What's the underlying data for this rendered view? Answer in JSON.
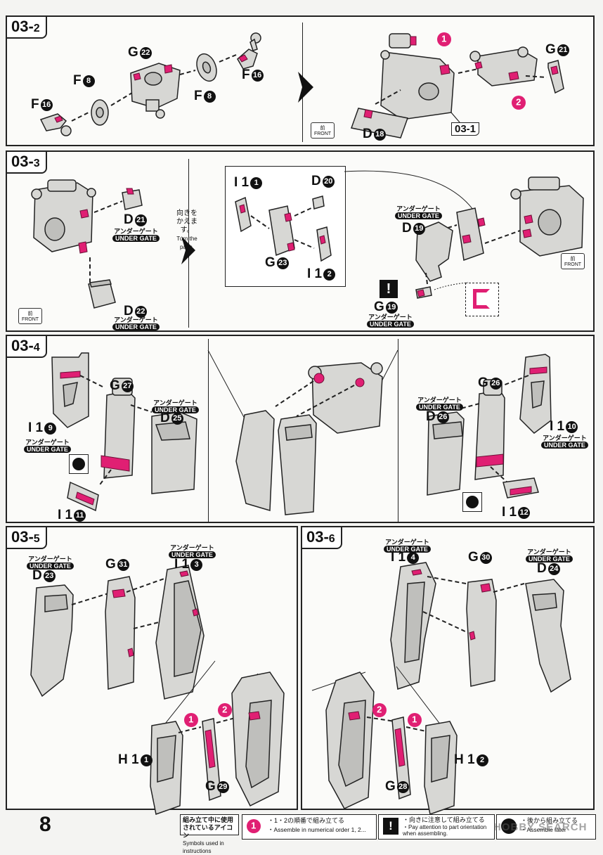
{
  "steps": {
    "s2": {
      "label_main": "03-",
      "label_sub": "2"
    },
    "s3": {
      "label_main": "03-",
      "label_sub": "3"
    },
    "s4": {
      "label_main": "03-",
      "label_sub": "4"
    },
    "s5": {
      "label_main": "03-",
      "label_sub": "5"
    },
    "s6": {
      "label_main": "03-",
      "label_sub": "6"
    }
  },
  "panel1": {
    "parts": [
      {
        "letter": "G",
        "num": "22"
      },
      {
        "letter": "F",
        "num": "8"
      },
      {
        "letter": "F",
        "num": "8"
      },
      {
        "letter": "F",
        "num": "16"
      },
      {
        "letter": "F",
        "num": "16"
      },
      {
        "letter": "G",
        "num": "21"
      },
      {
        "letter": "D",
        "num": "18"
      }
    ],
    "badge1": "1",
    "badge2": "2",
    "ref": "03-1",
    "front_jp": "前",
    "front_en": "FRONT"
  },
  "panel2": {
    "parts": [
      {
        "letter": "D",
        "num": "21"
      },
      {
        "letter": "D",
        "num": "22"
      },
      {
        "letter": "I 1",
        "num": "1"
      },
      {
        "letter": "D",
        "num": "20"
      },
      {
        "letter": "G",
        "num": "23"
      },
      {
        "letter": "I 1",
        "num": "2"
      },
      {
        "letter": "D",
        "num": "19"
      },
      {
        "letter": "G",
        "num": "19"
      }
    ],
    "turn_jp": "向きを かえます。",
    "turn_en": "Turn the parts.",
    "ug_jp": "アンダーゲート",
    "ug_en": "UNDER GATE",
    "warn": "!",
    "front_jp": "前",
    "front_en": "FRONT"
  },
  "panel3": {
    "parts": [
      {
        "letter": "G",
        "num": "27"
      },
      {
        "letter": "D",
        "num": "25"
      },
      {
        "letter": "I 1",
        "num": "9"
      },
      {
        "letter": "I 1",
        "num": "11"
      },
      {
        "letter": "G",
        "num": "26"
      },
      {
        "letter": "D",
        "num": "26"
      },
      {
        "letter": "I 1",
        "num": "10"
      },
      {
        "letter": "I 1",
        "num": "12"
      }
    ],
    "ug_jp": "アンダーゲート",
    "ug_en": "UNDER GATE"
  },
  "panel4": {
    "parts": [
      {
        "letter": "D",
        "num": "23"
      },
      {
        "letter": "G",
        "num": "31"
      },
      {
        "letter": "I 1",
        "num": "3"
      },
      {
        "letter": "H 1",
        "num": "1"
      },
      {
        "letter": "G",
        "num": "29"
      }
    ],
    "ug_jp": "アンダーゲート",
    "ug_en": "UNDER GATE",
    "badge1": "1",
    "badge2": "2"
  },
  "panel5": {
    "parts": [
      {
        "letter": "I 1",
        "num": "4"
      },
      {
        "letter": "G",
        "num": "30"
      },
      {
        "letter": "D",
        "num": "24"
      },
      {
        "letter": "H 1",
        "num": "2"
      },
      {
        "letter": "G",
        "num": "28"
      }
    ],
    "ug_jp": "アンダーゲート",
    "ug_en": "UNDER GATE",
    "badge1": "1",
    "badge2": "2"
  },
  "footer": {
    "page_number": "8",
    "legend_title_jp": "組み立て中に使用されているアイコン",
    "legend_title_en": "Symbols used in instructions",
    "icon1": "1",
    "icon1_jp": "・1・2の順番で組み立てる",
    "icon1_en": "・Assemble in numerical order 1, 2...",
    "icon2": "!",
    "icon2_jp": "・向きに注意して組み立てる",
    "icon2_en": "・Pay attention to part orientation when assembling.",
    "icon3_jp": "・後から組み立てる",
    "icon3_en": "・Assemble later",
    "watermark": "HOBBY SEARCH"
  },
  "colors": {
    "accent": "#e01f73",
    "part_fill": "#d7d7d4",
    "outline": "#222222"
  }
}
